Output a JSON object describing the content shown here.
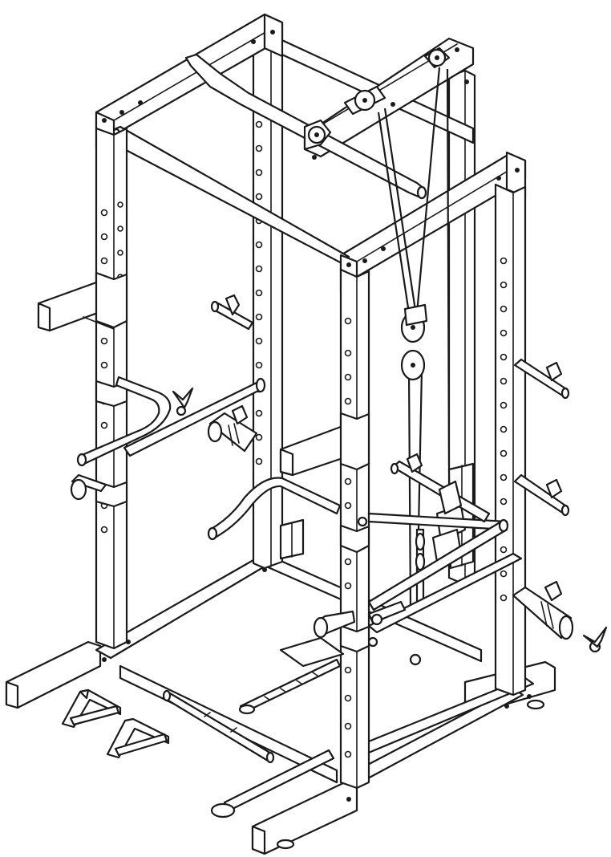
{
  "figure": {
    "subject": "power-rack-with-lat-pulldown-attachment",
    "line_color": "#1a1a1a",
    "background": "#ffffff"
  },
  "icons": [
    "power-rack-frame",
    "lat-pulldown-bar",
    "pulley",
    "weight-horn",
    "spring-collar",
    "j-hook",
    "safety-spotter",
    "stirrup-handle",
    "straight-bar",
    "ankle-strap",
    "cable-chain",
    "dip-bar",
    "pull-up-bar",
    "landmine-post"
  ]
}
